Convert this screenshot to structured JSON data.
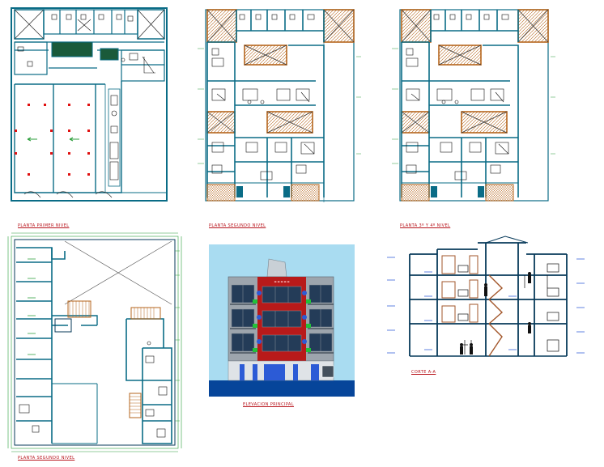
{
  "drawing": {
    "captions": {
      "plan_1": "PLANTA PRIMER NIVEL",
      "plan_2": "PLANTA SEGUNDO  NIVEL",
      "plan_3": "PLANTA 3º Y 4º  NIVEL",
      "plan_4": "PLANTA SEGUNDO  NIVEL",
      "elevation": "ELEVACION PRINCIPAL",
      "section": "CORTE A-A"
    },
    "colors": {
      "wall": "#0a6c86",
      "wall_dark": "#073a5a",
      "fixtures": "#111111",
      "hatch": "#b5651d",
      "dim_lines": "#2a9d3a",
      "markers": "#e01010",
      "caption": "#b8141c",
      "sky": "#a9dcf1",
      "ground": "#06459a",
      "facade_red": "#b81a1a",
      "facade_grey": "#9da5ad",
      "window": "#243c58",
      "section_stair": "#a2562a"
    }
  }
}
